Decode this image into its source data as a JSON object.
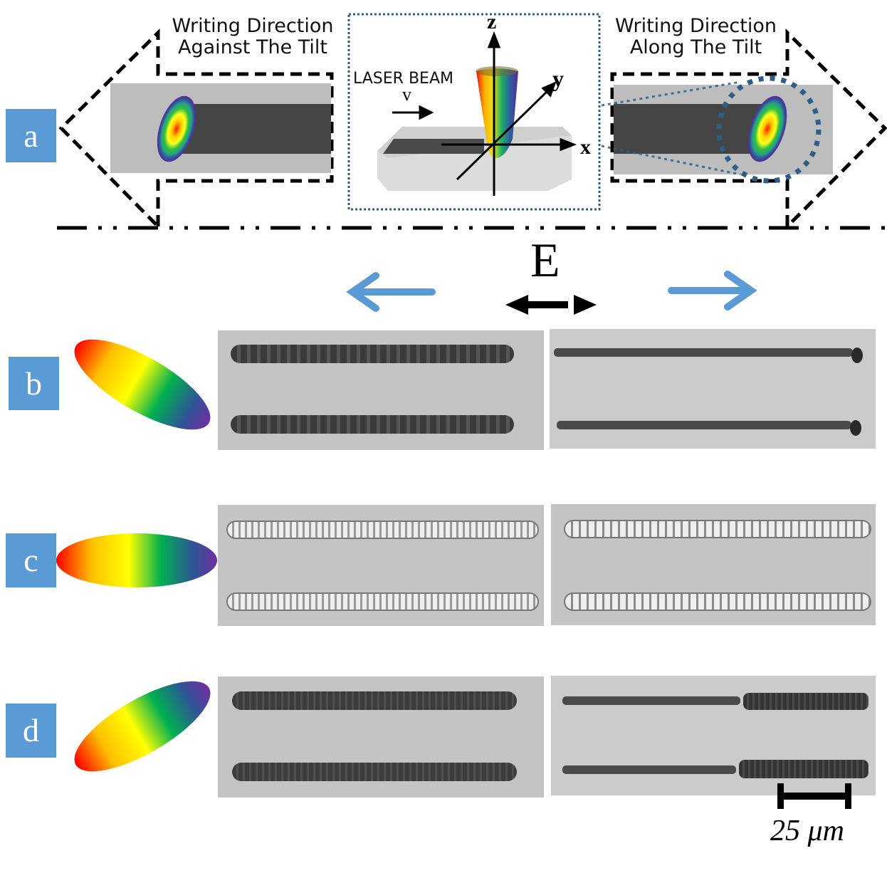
{
  "figure": {
    "panel_labels": [
      "a",
      "b",
      "c",
      "d"
    ],
    "panel_a": {
      "left_caption_line1": "Writing Direction",
      "left_caption_line2": "Against The Tilt",
      "right_caption_line1": "Writing Direction",
      "right_caption_line2": "Along The Tilt",
      "inset": {
        "beam_label": "LASER BEAM",
        "velocity_label": "v",
        "axis_x": "x",
        "axis_y": "y",
        "axis_z": "z"
      }
    },
    "polarization": {
      "label": "E"
    },
    "scale_bar": {
      "label": "25 μm"
    },
    "colors": {
      "label_bg": "#5b9bd5",
      "arrow_blue": "#5b9bd5",
      "inset_border": "#2e5e87",
      "substrate": "#bdbdbd",
      "track": "#454545",
      "micrograph_bg": "#c4c4c4"
    }
  }
}
